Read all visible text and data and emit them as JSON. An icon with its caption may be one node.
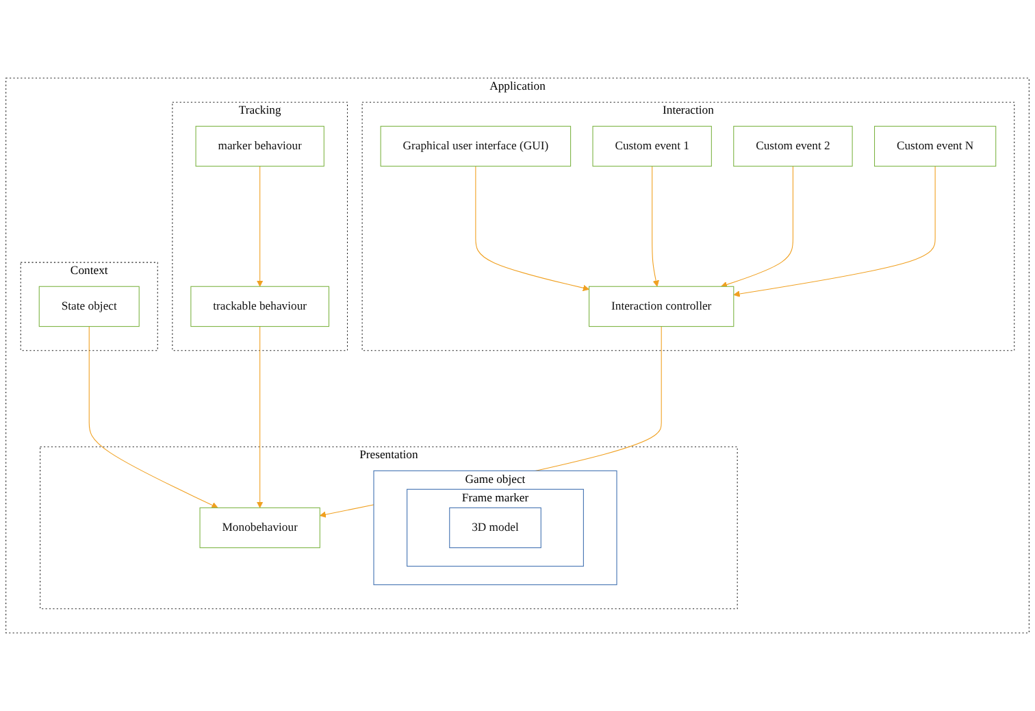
{
  "diagram": {
    "nodes": [
      {
        "text": [
          "Application"
        ]
      },
      {
        "text": [
          "Presentation"
        ],
        "in": 0
      },
      {
        "text": [
          "Monobehaviour"
        ],
        "in": 1
      },
      {
        "text": [
          "Game object"
        ],
        "in": 1
      },
      {
        "text": [
          "Frame marker"
        ],
        "in": 3
      },
      {
        "text": [
          "3D model"
        ],
        "in": 4
      },
      {
        "text": [
          "Context"
        ],
        "in": 0
      },
      {
        "text": [
          "State object"
        ],
        "in": 6
      },
      {
        "text": [
          "Tracking"
        ],
        "in": 0
      },
      {
        "text": [
          "trackable behaviour"
        ],
        "in": 8
      },
      {
        "text": [
          "marker behaviour"
        ],
        "in": 8
      },
      {
        "text": [
          "Interaction"
        ],
        "in": 0
      },
      {
        "text": [
          "Interaction controller"
        ],
        "in": 11
      },
      {
        "text": [
          "Graphical user interface (GUI)"
        ],
        "in": 11
      },
      {
        "text": [
          "Custom event 1"
        ],
        "in": 11
      },
      {
        "text": [
          "Custom event 2"
        ],
        "in": 11
      },
      {
        "text": [
          "Custom event N"
        ],
        "in": 11
      }
    ],
    "edges": [
      {
        "from": 7,
        "to": 2,
        "arrow": "to"
      },
      {
        "from": 9,
        "to": 2,
        "arrow": "to"
      },
      {
        "from": 12,
        "to": 2,
        "arrow": "to"
      },
      {
        "from": 10,
        "to": 9,
        "arrow": "to"
      },
      {
        "from": 13,
        "to": 12,
        "arrow": "to"
      },
      {
        "from": 14,
        "to": 12,
        "arrow": "to"
      },
      {
        "from": 15,
        "to": 12,
        "arrow": "to"
      },
      {
        "from": 16,
        "to": 12,
        "arrow": "to"
      }
    ]
  }
}
